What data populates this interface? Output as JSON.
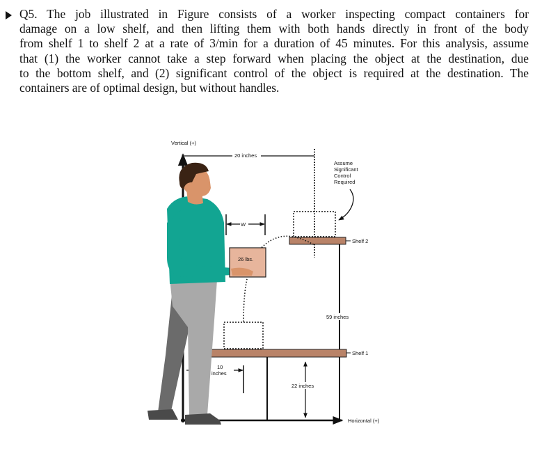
{
  "question": {
    "lines": [
      "Q5. The job illustrated in Figure consists of a worker inspecting compact containers for",
      "damage on a low shelf, and then lifting them with both hands directly in front of the body",
      "from shelf 1 to shelf 2 at a rate of 3/min for a duration of 45 minutes. For this analysis, assume",
      "that (1) the worker cannot take a step forward when placing the object at the destination, due",
      "to the bottom shelf, and (2) significant control of the object is required at the destination. The",
      "containers are of optimal design, but without handles."
    ]
  },
  "figure": {
    "vertical_axis_label": "Vertical (+)",
    "horizontal_axis_label": "Horizontal (+)",
    "dim_20": "20 inches",
    "dim_w": "W",
    "box_weight": "26 lbs.",
    "note_lines": [
      "Assume",
      "Significant",
      "Control",
      "Required"
    ],
    "shelf2_label": "Shelf 2",
    "shelf1_label": "Shelf 1",
    "dim_59": "59 inches",
    "dim_22": "22 inches",
    "dim_10_lines": [
      "10",
      "inches"
    ],
    "colors": {
      "shelf": "#b98368",
      "box": "#e7b59c",
      "shirt": "#12a592",
      "pants": "#a9a9a9",
      "pants_back": "#6b6b6b",
      "skin": "#d9946a",
      "hair": "#3a2314",
      "shoes": "#4a4a4a"
    }
  }
}
